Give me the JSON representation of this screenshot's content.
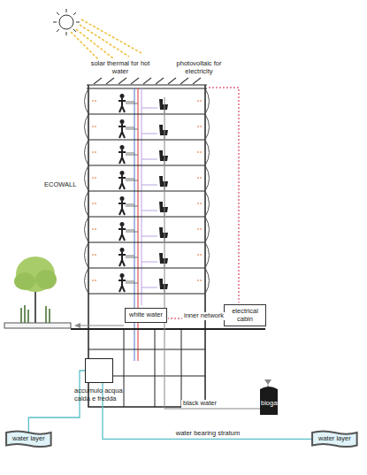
{
  "diagram": {
    "nodes": [
      {
        "text": [
          "white water"
        ]
      },
      {
        "text": [
          "electrical cabin"
        ]
      },
      {
        "text": [
          "accumulo acqua calda e fredda"
        ]
      },
      {
        "text": [
          "biogas"
        ]
      },
      {
        "text": [
          "water layer"
        ]
      },
      {
        "text": [
          "water layer"
        ]
      }
    ],
    "edges": [
      {
        "from": 2,
        "to": 4,
        "arrow": "none"
      },
      {
        "from": 2,
        "to": 5,
        "label": "water bearing stratum",
        "arrow": "none"
      }
    ],
    "labels": [
      "solar thermal for hot water",
      "photovoltaic for electricity",
      "ECOWALL",
      "inner network",
      "black water"
    ]
  }
}
